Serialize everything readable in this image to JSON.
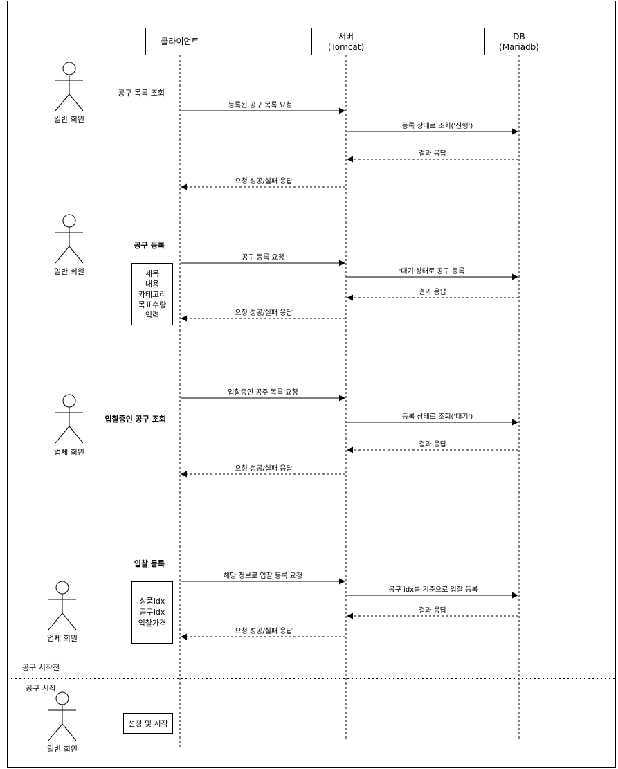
{
  "participants": {
    "client": [
      "클라이언트"
    ],
    "server": [
      "서버",
      "(Tomcat)"
    ],
    "db": [
      "DB",
      "(Mariadb)"
    ]
  },
  "actors": {
    "a1": "일반 회원",
    "a2": "일반 회원",
    "a3": "업체 회원",
    "a4": "업체 회원",
    "a5": "일반 회원"
  },
  "sections": {
    "s1": "공구 목록 조회",
    "s2": "공구 등록",
    "s3": "입찰중인 공구 조회",
    "s4": "입찰 등록"
  },
  "notes": {
    "n1": [
      "제목",
      "내용",
      "카테고리",
      "목표수량",
      "입력"
    ],
    "n2": [
      "상품idx",
      "공구idx",
      "입찰가격"
    ],
    "n3": [
      "선정 및 시작"
    ]
  },
  "messages": {
    "m1": "등록된 공구 목록 요청",
    "m2": "등록 상태로 조회('진행')",
    "m3": "결과 응답",
    "m4": "요청 성공/실패 응답",
    "m5": "공구 등록 요청",
    "m6": "'대기'상태로 공구 등록",
    "m7": "결과 응답",
    "m8": "요청 성공/실패 응답",
    "m9": "입찰중인 공주 목록 요청",
    "m10": "등록 상태로 조회('대기')",
    "m11": "결과 응답",
    "m12": "요청 성공/실패 응답",
    "m13": "해당 정보로 입찰 등록 요청",
    "m14": "공구 idx를 기준으로 입찰 등록",
    "m15": "결과 응답",
    "m16": "요청 성공/실패 응답"
  },
  "divider": {
    "before": "공구 시작전",
    "after": "공구 시작"
  }
}
